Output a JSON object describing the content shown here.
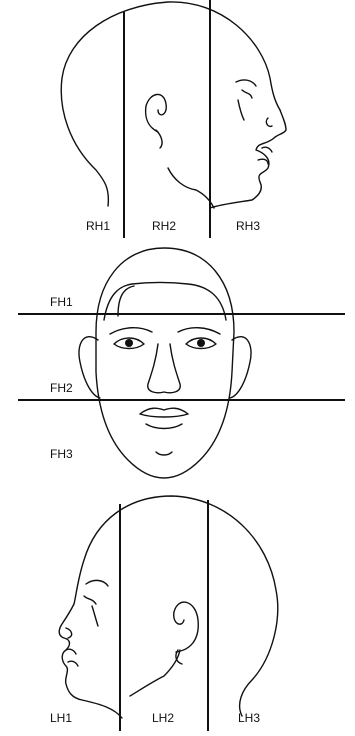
{
  "panels": {
    "right_profile": {
      "labels": [
        "RH1",
        "RH2",
        "RH3"
      ]
    },
    "frontal": {
      "labels": [
        "FH1",
        "FH2",
        "FH3"
      ]
    },
    "left_profile": {
      "labels": [
        "LH1",
        "LH2",
        "LH3"
      ]
    }
  },
  "colors": {
    "ink": "#111111",
    "background": "#ffffff"
  }
}
